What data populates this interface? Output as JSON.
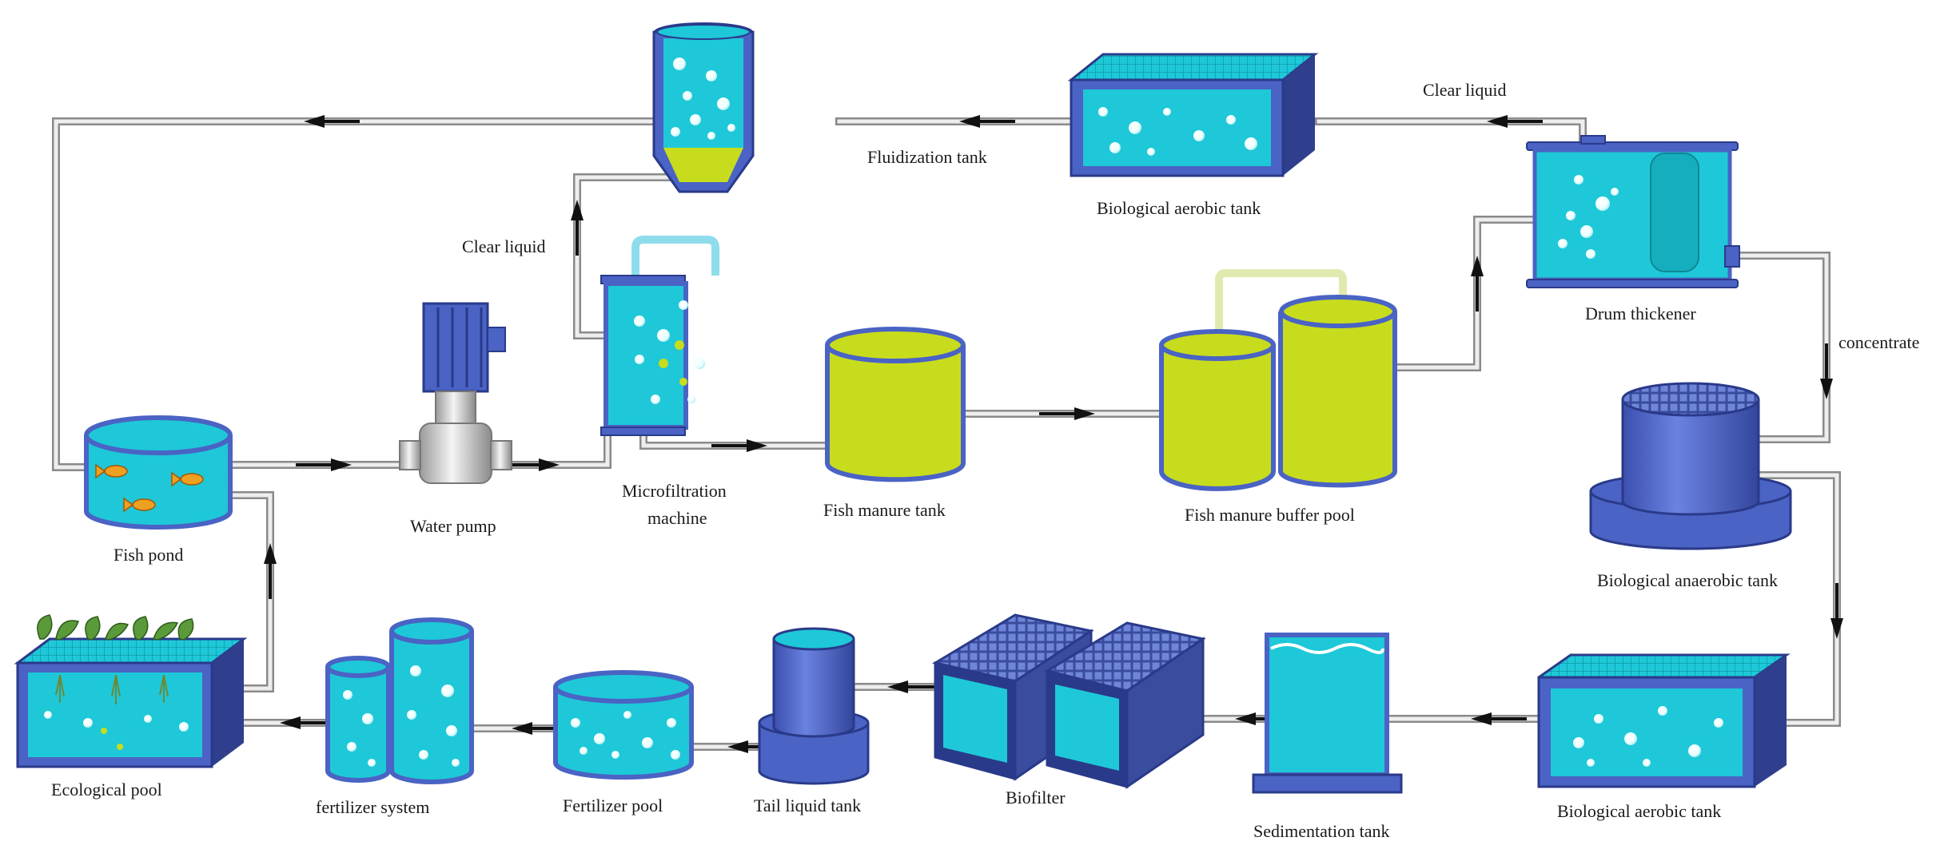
{
  "labels": {
    "fluidization_tank": "Fluidization tank",
    "biological_aerobic_tank_top": "Biological aerobic tank",
    "clear_liquid_top": "Clear liquid",
    "clear_liquid_left": "Clear liquid",
    "drum_thickener": "Drum thickener",
    "concentrate": "concentrate",
    "microfiltration_machine_line1": "Microfiltration",
    "microfiltration_machine_line2": "machine",
    "water_pump": "Water pump",
    "fish_pond": "Fish pond",
    "fish_manure_tank": "Fish manure tank",
    "fish_manure_buffer_pool": "Fish manure buffer pool",
    "biological_anaerobic_tank": "Biological anaerobic tank",
    "ecological_pool": "Ecological pool",
    "fertilizer_system": "fertilizer system",
    "fertilizer_pool": "Fertilizer pool",
    "tail_liquid_tank": "Tail liquid tank",
    "biofilter": "Biofilter",
    "sedimentation_tank": "Sedimentation tank",
    "biological_aerobic_tank_bottom": "Biological aerobic tank"
  },
  "colors": {
    "water": "#1ec8d8",
    "tank_blue": "#4a63c4",
    "tank_dark": "#2a3a8a",
    "sludge": "#c8dc1e",
    "pipe": "#8a8a8a"
  }
}
